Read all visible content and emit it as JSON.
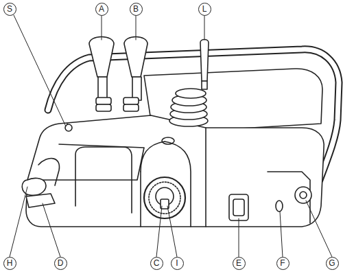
{
  "diagram": {
    "labels": [
      "S",
      "A",
      "B",
      "L",
      "H",
      "D",
      "C",
      "I",
      "E",
      "F",
      "G"
    ]
  }
}
